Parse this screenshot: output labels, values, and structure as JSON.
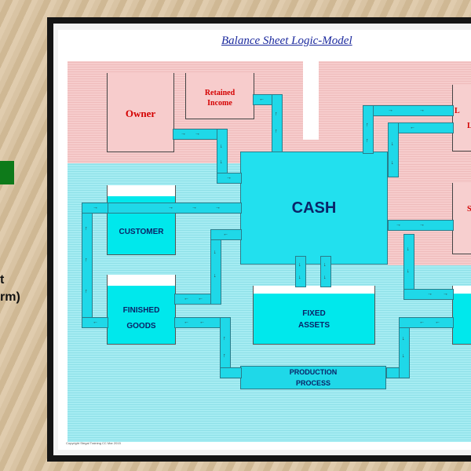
{
  "diagram": {
    "title": "Balance Sheet Logic-Model",
    "copyright": "Copyright Stegal Training CC Mar 2015",
    "labels": {
      "owner": "Owner",
      "retained_income_1": "Retained",
      "retained_income_2": "Income",
      "cash": "CASH",
      "customer": "CUSTOMER",
      "finished_goods_1": "FINISHED",
      "finished_goods_2": "GOODS",
      "fixed_assets_1": "FIXED",
      "fixed_assets_2": "ASSETS",
      "production_1": "PRODUCTION",
      "production_2": "PROCESS",
      "right_l1": "L",
      "right_l2": "L",
      "right_s": "S"
    },
    "arrow_right": "→",
    "arrow_left": "←",
    "arrow_up": "↑",
    "arrow_down": "↓"
  },
  "background_text": {
    "line1": "t",
    "line2": "rm)"
  },
  "colors": {
    "liability_zone": "#f6cccc",
    "asset_zone": "#a6ecf2",
    "pipe": "#1fd8e8",
    "cash_label": "#0a2468",
    "equity_label": "#d40000",
    "title": "#1c2a9e"
  }
}
